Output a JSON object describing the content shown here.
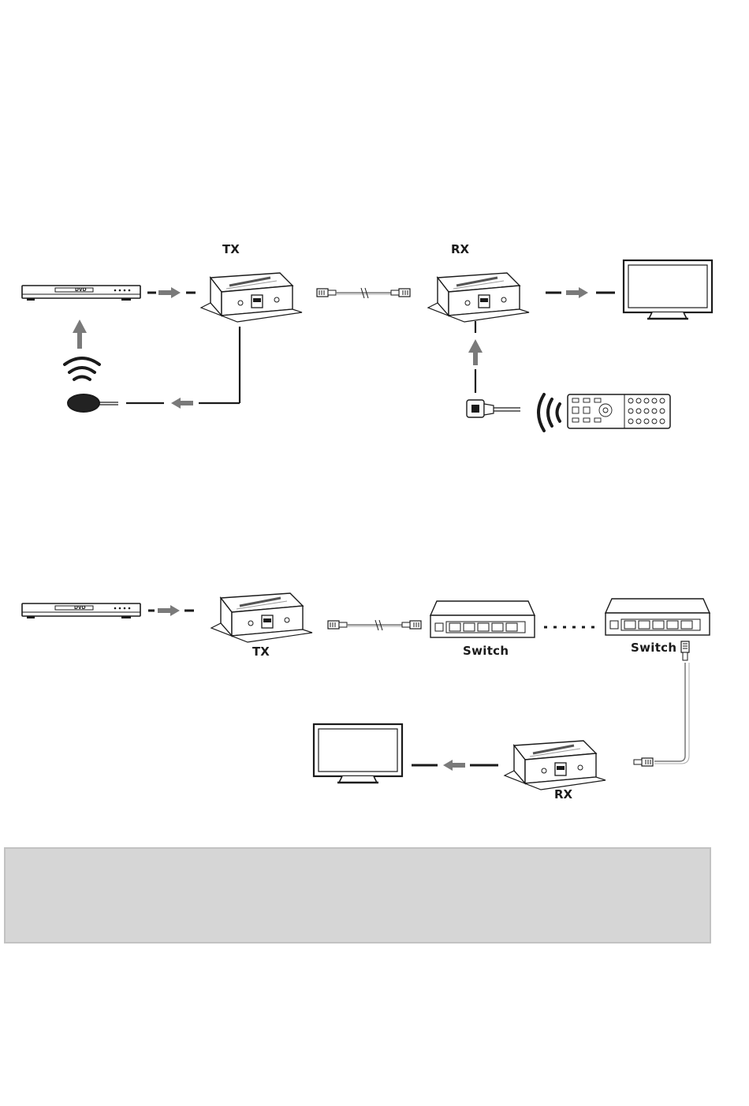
{
  "diagram1": {
    "tx_label": "TX",
    "rx_label": "RX",
    "dvd_label": "DVD"
  },
  "diagram2": {
    "tx_label": "TX",
    "rx_label": "RX",
    "switch1_label": "Switch",
    "switch2_label": "Switch",
    "dvd_label": "DVD"
  },
  "colors": {
    "line": "#1a1a1a",
    "arrow": "#7a7a7a",
    "note_box": "#d6d6d6"
  }
}
